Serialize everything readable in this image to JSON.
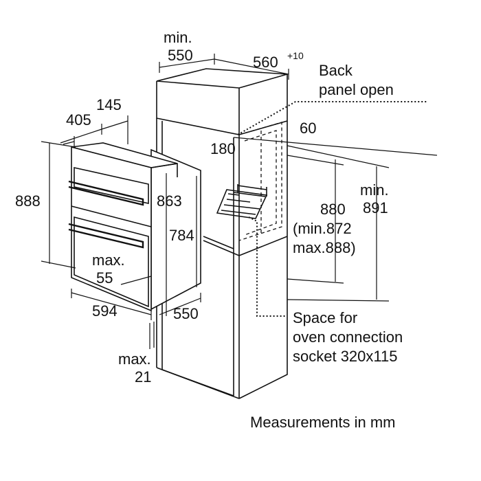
{
  "labels": {
    "min_top": "min.",
    "d550_top": "550",
    "d560": "560",
    "d560_sup": "+10",
    "back_1": "Back",
    "back_2": "panel open",
    "d145": "145",
    "d405": "405",
    "d60": "60",
    "d180": "180",
    "min_891_a": "min.",
    "min_891_b": "891",
    "d888": "888",
    "d863": "863",
    "d880": "880",
    "d880_min": "(min.872",
    "d880_max": "max.888)",
    "d784": "784",
    "max55_a": "max.",
    "max55_b": "55",
    "d594": "594",
    "d550_bottom": "550",
    "max21_a": "max.",
    "max21_b": "21",
    "socket_1": "Space for",
    "socket_2": "oven connection",
    "socket_3": "socket 320x115",
    "footer": "Measurements in mm"
  }
}
